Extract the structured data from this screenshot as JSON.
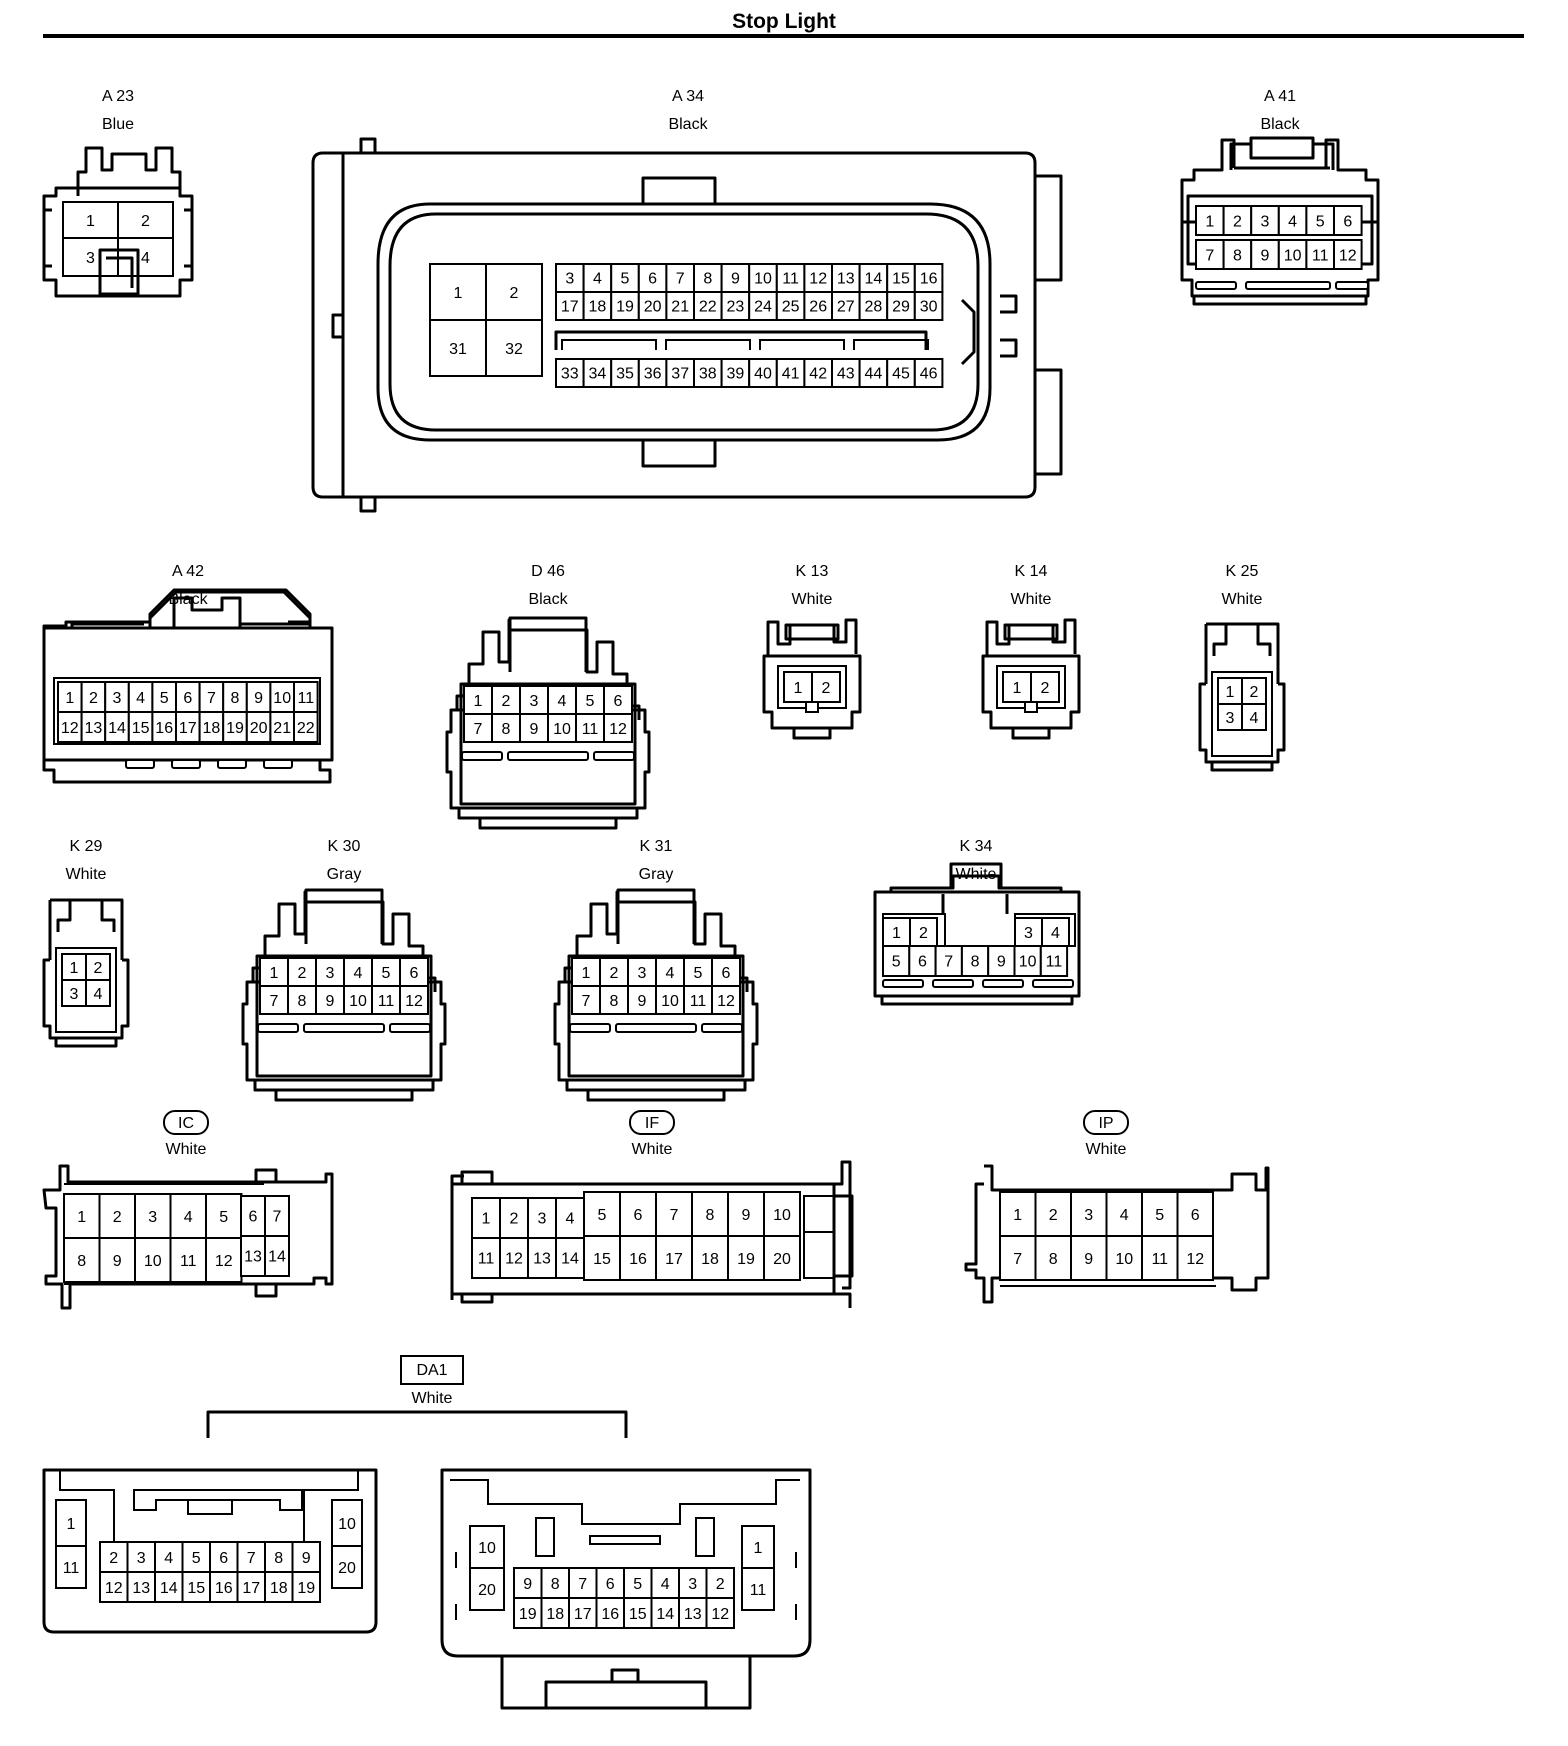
{
  "title": "Stop Light",
  "connectors": [
    {
      "id": "A23",
      "name": "A 23",
      "color": "Blue"
    },
    {
      "id": "A34",
      "name": "A 34",
      "color": "Black"
    },
    {
      "id": "A41",
      "name": "A 41",
      "color": "Black"
    },
    {
      "id": "A42",
      "name": "A 42",
      "color": "Black"
    },
    {
      "id": "D46",
      "name": "D 46",
      "color": "Black"
    },
    {
      "id": "K13",
      "name": "K 13",
      "color": "White"
    },
    {
      "id": "K14",
      "name": "K 14",
      "color": "White"
    },
    {
      "id": "K25",
      "name": "K 25",
      "color": "White"
    },
    {
      "id": "K29",
      "name": "K 29",
      "color": "White"
    },
    {
      "id": "K30",
      "name": "K 30",
      "color": "Gray"
    },
    {
      "id": "K31",
      "name": "K 31",
      "color": "Gray"
    },
    {
      "id": "K34",
      "name": "K 34",
      "color": "White"
    },
    {
      "id": "IC",
      "name": "IC",
      "color": "White"
    },
    {
      "id": "IF",
      "name": "IF",
      "color": "White"
    },
    {
      "id": "IP",
      "name": "IP",
      "color": "White"
    },
    {
      "id": "DA1",
      "name": "DA1",
      "color": "White"
    }
  ]
}
